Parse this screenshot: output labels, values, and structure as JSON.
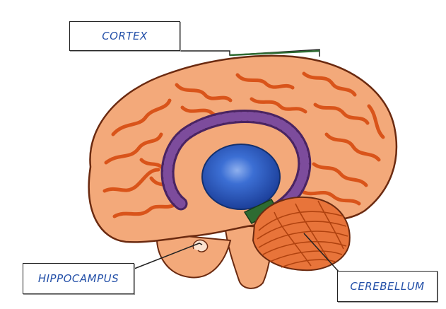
{
  "labels": {
    "cortex": "CORTEX",
    "hippocampus": "HIPPOCAMPUS",
    "cerebellum": "CEREBELLUM"
  },
  "colors": {
    "brain_fill": "#f3a97a",
    "brain_outline": "#6b2a10",
    "gyri": "#d9541a",
    "limbic_ring": "#6a3c86",
    "thalamus": "#2c5fc4",
    "hippocampus_mark": "#2e6b32",
    "cerebellum_fill": "#e8743a",
    "label_text": "#2450a8"
  }
}
